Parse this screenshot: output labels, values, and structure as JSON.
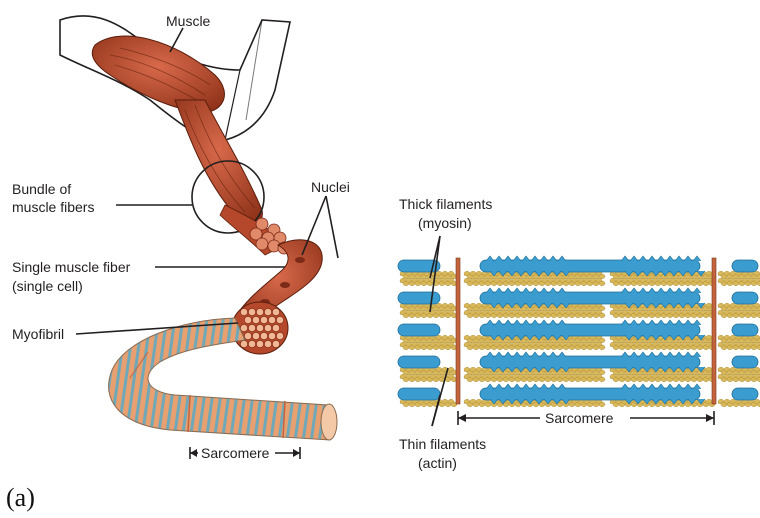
{
  "labels": {
    "muscle": "Muscle",
    "bundle_line1": "Bundle of",
    "bundle_line2": "muscle fibers",
    "nuclei": "Nuclei",
    "single_fiber_line1": "Single muscle fiber",
    "single_fiber_line2": "(single cell)",
    "myofibril": "Myofibril",
    "sarcomere_left": "Sarcomere",
    "thick_line1": "Thick filaments",
    "thick_line2": "(myosin)",
    "thin_line1": "Thin filaments",
    "thin_line2": "(actin)",
    "sarcomere_right": "Sarcomere"
  },
  "caption": "(a)",
  "colors": {
    "muscle": "#b5482b",
    "muscle_dark": "#7a2a17",
    "muscle_light": "#e08a6a",
    "myosin": "#3a9ccf",
    "myosin_dark": "#1f6f99",
    "actin": "#d9b85a",
    "actin_dark": "#a5862e",
    "z_line": "#c4643e",
    "myofibril_stripe_a": "#e8a070",
    "myofibril_stripe_b": "#6fa8b8"
  }
}
